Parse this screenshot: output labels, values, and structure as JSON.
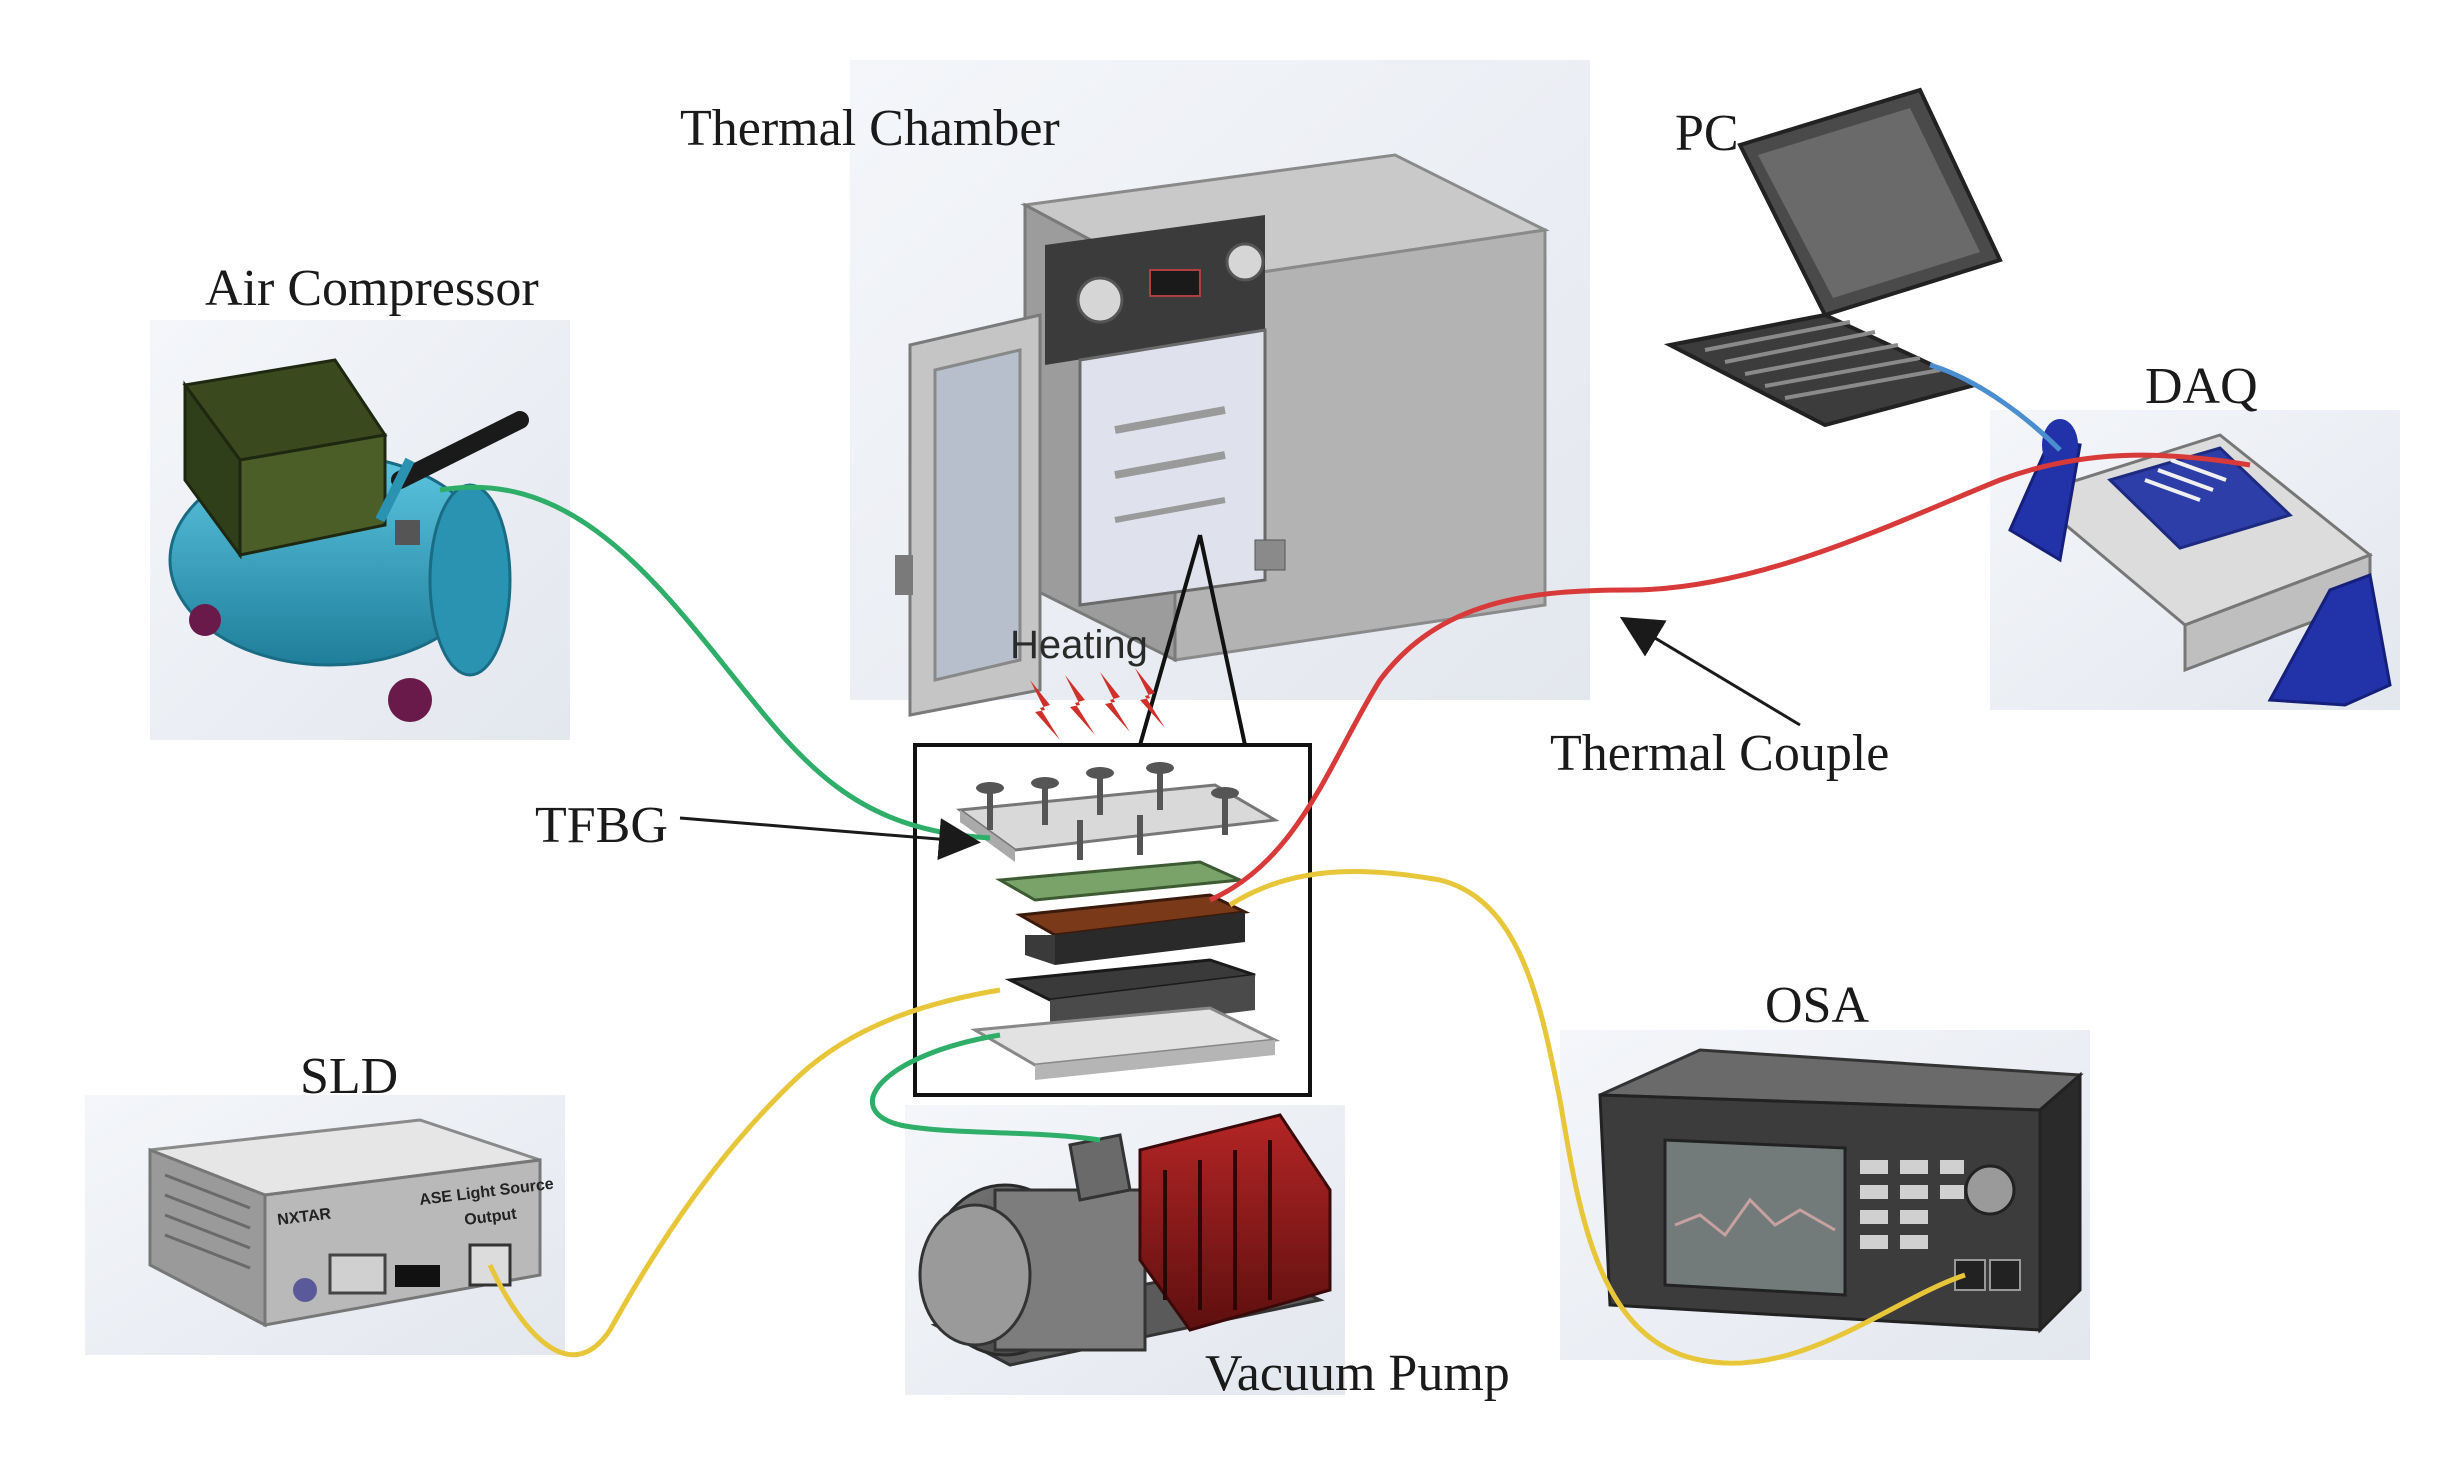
{
  "labels": {
    "thermal_chamber": "Thermal Chamber",
    "pc": "PC",
    "air_compressor": "Air Compressor",
    "daq": "DAQ",
    "heating": "Heating",
    "thermal_couple": "Thermal Couple",
    "tfbg": "TFBG",
    "osa": "OSA",
    "sld": "SLD",
    "vacuum_pump": "Vacuum Pump"
  },
  "device_text": {
    "sld_brand": "NXTAR",
    "sld_model": "ASE Light Source",
    "sld_port": "Output"
  },
  "colors": {
    "green_tube": "#2fae6a",
    "red_wire": "#d83a3a",
    "yellow_fiber": "#e8c63a",
    "blue_cable": "#4a8ed0",
    "compressor_tank": "#2f9fbf",
    "compressor_motor": "#2f3f1a",
    "pump_motor": "#8e1a1a",
    "daq_frame": "#2232a8",
    "heat_arrows": "#d0302a"
  },
  "icons": [
    "heating-bolt-icon"
  ]
}
